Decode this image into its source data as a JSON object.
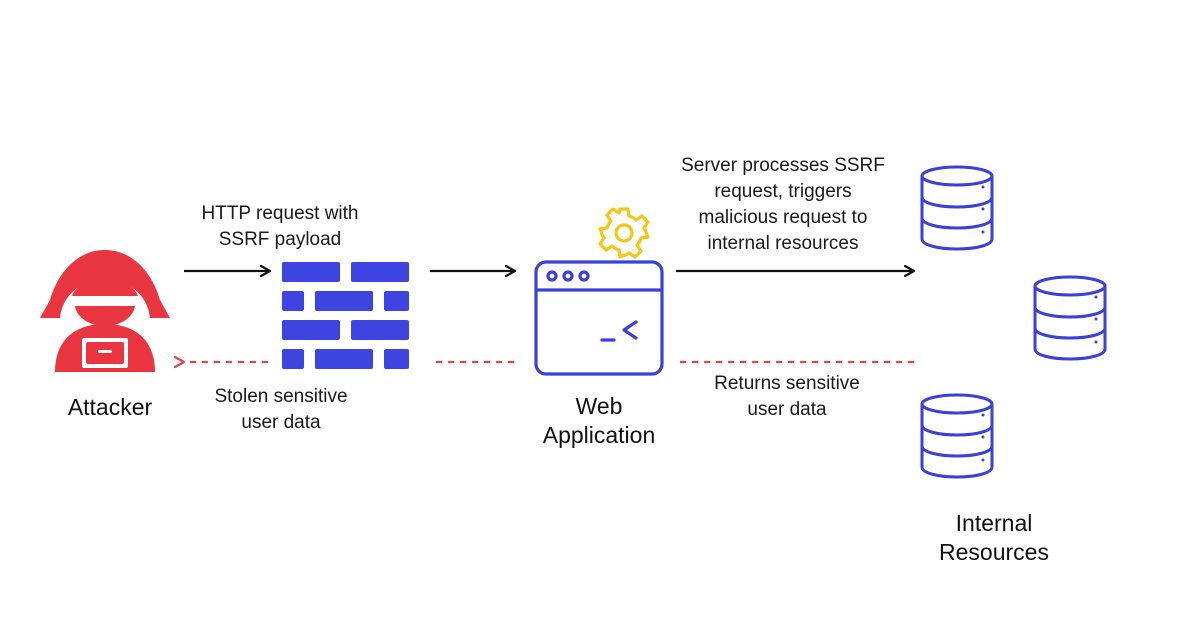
{
  "nodes": {
    "attacker": {
      "label": "Attacker"
    },
    "web_application": {
      "label_line1": "Web",
      "label_line2": "Application"
    },
    "internal_resources": {
      "label_line1": "Internal",
      "label_line2": "Resources"
    }
  },
  "edges": {
    "http_request": {
      "line1": "HTTP request with",
      "line2": "SSRF payload"
    },
    "stolen_data": {
      "line1": "Stolen sensitive",
      "line2": "user data"
    },
    "server_processes": {
      "line1": "Server processes SSRF",
      "line2": "request, triggers",
      "line3": "malicious request to",
      "line4": "internal resources"
    },
    "returns_data": {
      "line1": "Returns sensitive",
      "line2": "user data"
    }
  },
  "icons": {
    "attacker": "hooded-hacker-icon",
    "firewall": "brick-firewall-icon",
    "web_application": "browser-window-icon",
    "settings": "gear-icon",
    "database": "database-icon"
  },
  "colors": {
    "attacker_red": "#e8353f",
    "firewall_blue": "#3d44e0",
    "outline_blue": "#3b40d8",
    "gear_yellow": "#f5c518",
    "arrow_black": "#111111",
    "return_dashed_red": "#e0454b"
  }
}
